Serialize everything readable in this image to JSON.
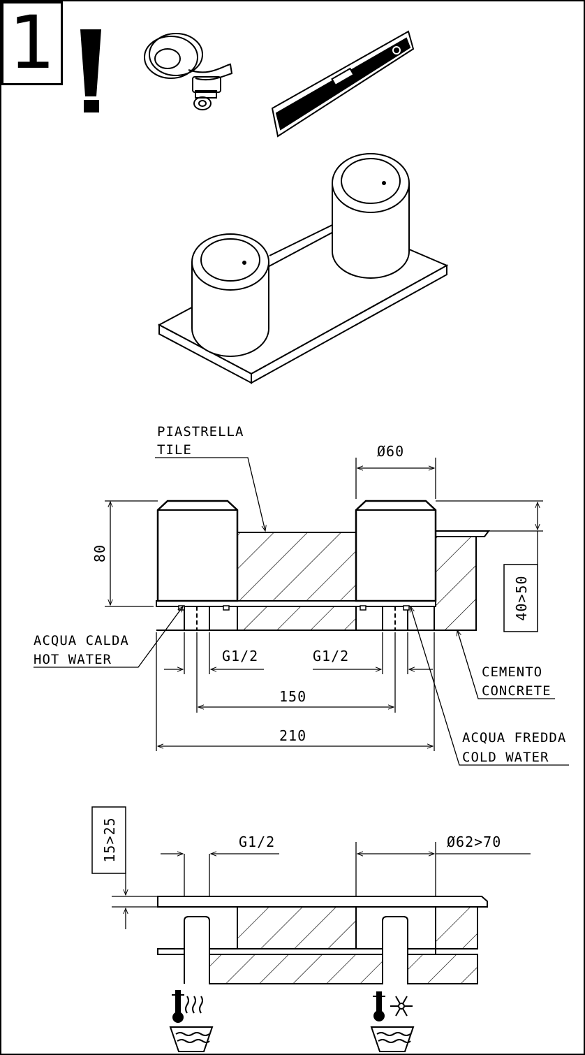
{
  "step": {
    "number": "1"
  },
  "front_view": {
    "tile_it": "PIASTRELLA",
    "tile_en": "TILE",
    "diameter": "Ø60",
    "height": "80",
    "depth_range": "40>50",
    "hot_it": "ACQUA CALDA",
    "hot_en": "HOT WATER",
    "thread_left": "G1/2",
    "thread_right": "G1/2",
    "distance_150": "150",
    "distance_210": "210",
    "concrete_it": "CEMENTO",
    "concrete_en": "CONCRETE",
    "cold_it": "ACQUA FREDDA",
    "cold_en": "COLD WATER"
  },
  "section_view": {
    "depth_range": "15>25",
    "thread": "G1/2",
    "diameter_range": "Ø62>70"
  },
  "icons": [
    "warning-exclamation-icon",
    "teflon-tape-fitting-icon",
    "spirit-level-icon",
    "hot-water-icon",
    "cold-water-icon"
  ]
}
